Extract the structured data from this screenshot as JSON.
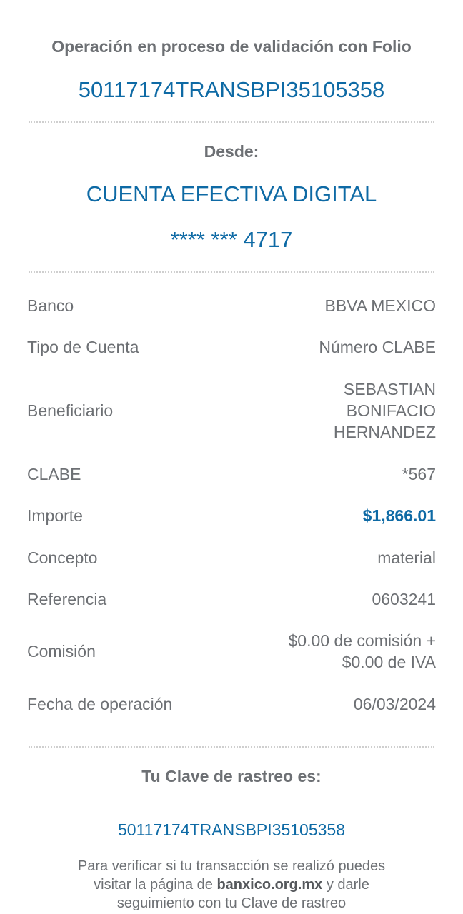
{
  "header": {
    "title": "Operación en proceso de validación con Folio",
    "folio": "50117174TRANSBPI35105358"
  },
  "origin": {
    "label": "Desde:",
    "account_name": "CUENTA EFECTIVA DIGITAL",
    "account_number": "**** *** 4717"
  },
  "details": [
    {
      "label": "Banco",
      "value": "BBVA MEXICO"
    },
    {
      "label": "Tipo de Cuenta",
      "value": "Número CLABE"
    },
    {
      "label": "Beneficiario",
      "value_lines": [
        "SEBASTIAN",
        "BONIFACIO",
        "HERNANDEZ"
      ]
    },
    {
      "label": "CLABE",
      "value": "*567"
    },
    {
      "label": "Importe",
      "value": "$1,866.01"
    },
    {
      "label": "Concepto",
      "value": "material"
    },
    {
      "label": "Referencia",
      "value": "0603241"
    },
    {
      "label": "Comisión",
      "value_lines": [
        "$0.00 de comisión +",
        "$0.00 de IVA"
      ]
    },
    {
      "label": "Fecha de operación",
      "value": "06/03/2024"
    }
  ],
  "tracking": {
    "label": "Tu Clave de rastreo es:",
    "code": "50117174TRANSBPI35105358",
    "note_1": "Para verificar si tu transacción se realizó puedes",
    "note_2a": "visitar la página de ",
    "note_link": "banxico.org.mx",
    "note_2b": " y darle",
    "note_3": "seguimiento con tu Clave de rastreo"
  },
  "colors": {
    "accent": "#0e6aa5",
    "text": "#6d7074"
  }
}
